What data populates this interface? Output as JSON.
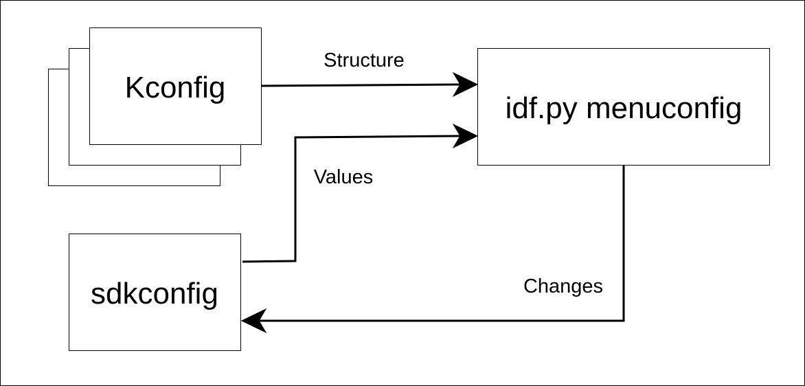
{
  "nodes": {
    "kconfig": "Kconfig",
    "menuconfig": "idf.py menuconfig",
    "sdkconfig": "sdkconfig"
  },
  "edges": {
    "structure": "Structure",
    "values": "Values",
    "changes": "Changes"
  }
}
